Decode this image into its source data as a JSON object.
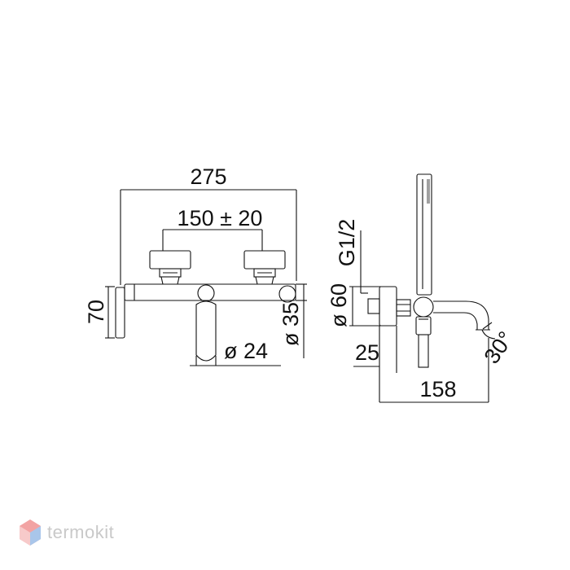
{
  "front_view": {
    "overall_width": "275",
    "spindle_spacing": "150 ± 20",
    "height": "70",
    "lever_diameter": "ø 24",
    "body_diameter": "ø 35"
  },
  "side_view": {
    "connection_thread": "G1/2",
    "flange_diameter": "ø 60",
    "offset": "25",
    "spout_reach": "158",
    "swivel_angle": "30°"
  },
  "watermark": {
    "brand": "termokit"
  }
}
